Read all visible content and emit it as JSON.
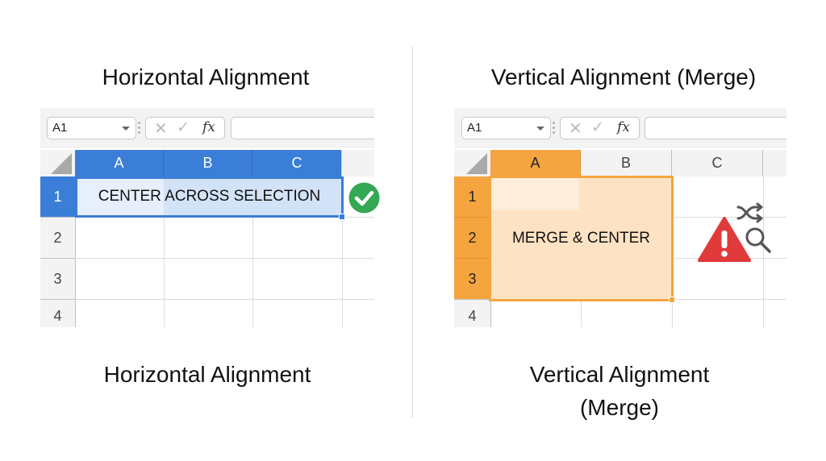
{
  "left": {
    "title": "Horizontal Alignment",
    "caption": "Horizontal Alignment",
    "name_box": "A1",
    "formula_value": "",
    "columns": [
      "A",
      "B",
      "C"
    ],
    "rows": [
      "1",
      "2",
      "3",
      "4"
    ],
    "cell_text": "CENTER ACROSS SELECTION",
    "status_icon": "check-circle-icon",
    "accent_color": "#3a7ed8"
  },
  "right": {
    "title": "Vertical Alignment (Merge)",
    "caption_line1": "Vertical Alignment",
    "caption_line2": "(Merge)",
    "name_box": "A1",
    "formula_value": "",
    "columns": [
      "A",
      "B",
      "C"
    ],
    "rows": [
      "1",
      "2",
      "3",
      "4"
    ],
    "cell_text": "MERGE & CENTER",
    "status_icons": [
      "warning-triangle-icon",
      "shuffle-icon",
      "search-icon"
    ],
    "accent_color": "#f5a540"
  },
  "toolbar": {
    "cancel_glyph": "✕",
    "confirm_glyph": "✓",
    "fx_label": "fx"
  }
}
